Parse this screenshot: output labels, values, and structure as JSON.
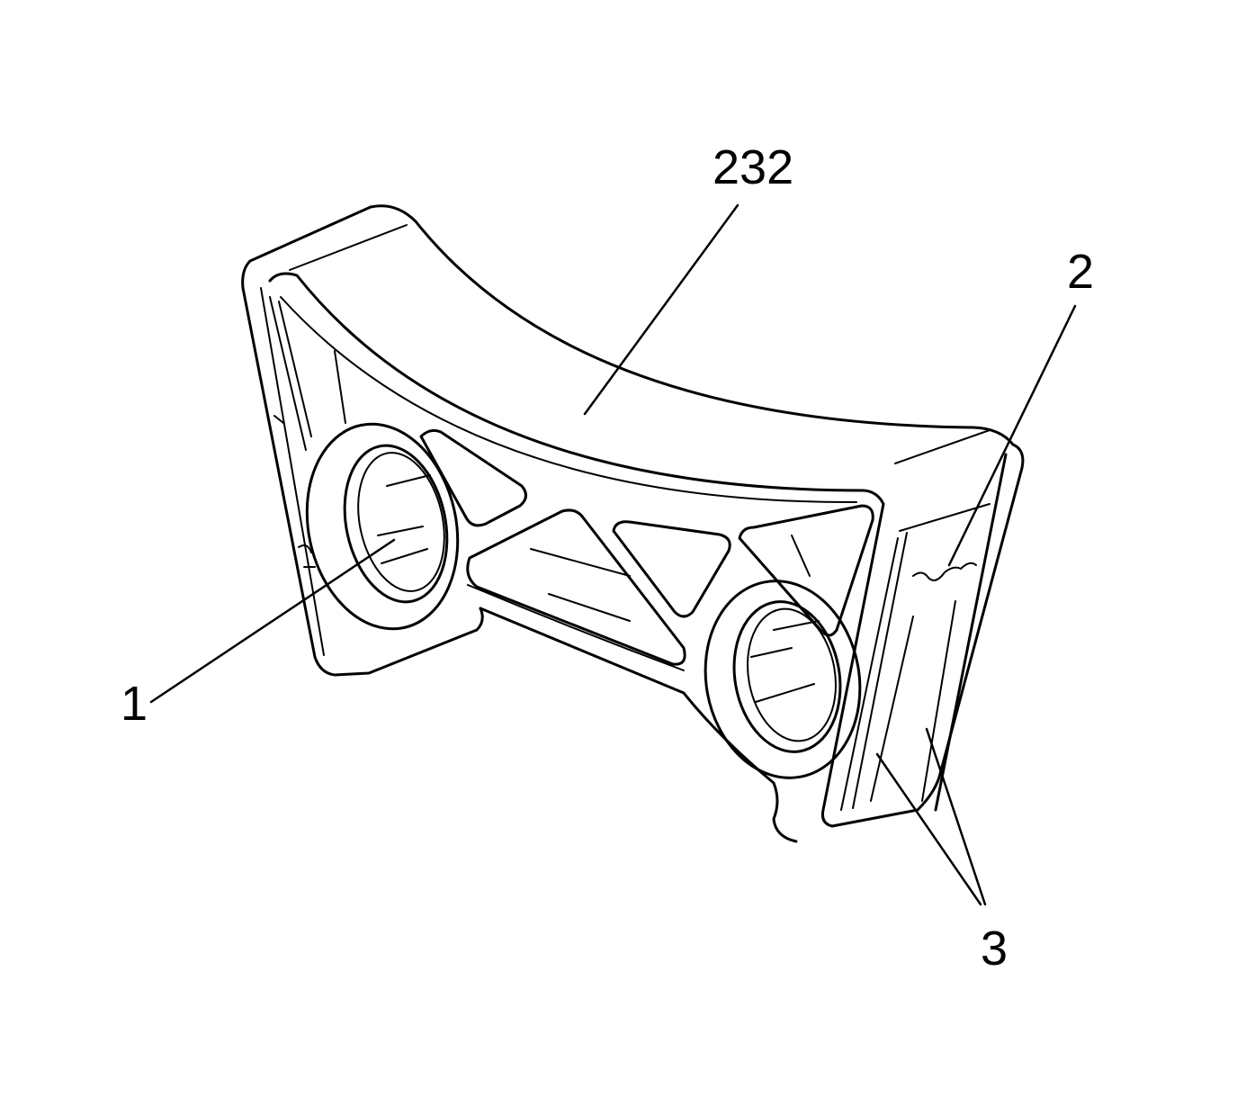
{
  "diagram": {
    "callouts": {
      "part_number": "232",
      "item_1": "1",
      "item_2": "2",
      "item_3": "3"
    }
  }
}
